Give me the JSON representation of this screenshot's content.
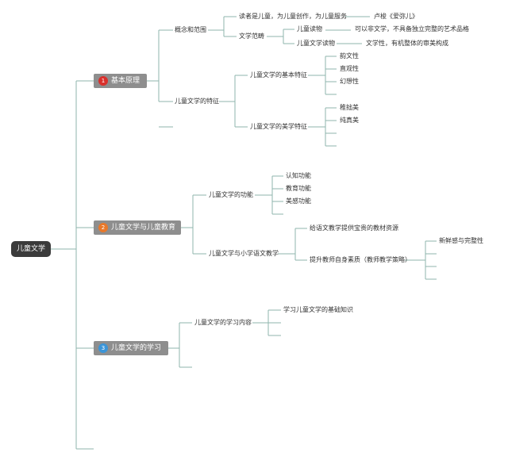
{
  "root": {
    "label": "儿童文学"
  },
  "branches": [
    {
      "label": "基本原理",
      "badge": "1",
      "color": "#d9302c",
      "children": [
        {
          "label": "概念和范围",
          "children": [
            {
              "label": "读者是儿童，为儿童创作，为儿童服务",
              "note": "卢梭《爱弥儿》"
            },
            {
              "label": "文学范畴",
              "children": [
                {
                  "label": "儿童读物",
                  "note": "可以非文学，不具备独立完整的艺术品格"
                },
                {
                  "label": "儿童文学读物",
                  "note": "文学性，有机整体的审美构成"
                }
              ]
            }
          ]
        },
        {
          "label": "儿童文学的特征",
          "children": [
            {
              "label": "儿童文学的基本特征",
              "children": [
                "韵文性",
                "直观性",
                "幻想性"
              ]
            },
            {
              "label": "儿童文学的美学特征",
              "children": [
                "稚拙美",
                "纯真美"
              ]
            }
          ]
        }
      ]
    },
    {
      "label": "儿童文学与儿童教育",
      "badge": "2",
      "color": "#e8782a",
      "children": [
        {
          "label": "儿童文学的功能",
          "children": [
            "认知功能",
            "教育功能",
            "美感功能"
          ]
        },
        {
          "label": "儿童文学与小学语文教学",
          "children": [
            {
              "label": "给语文教学提供宝贵的教材资源"
            },
            {
              "label": "提升教师自身素质（教师教学策略）",
              "children": [
                "新鲜感与完整性"
              ]
            }
          ]
        }
      ]
    },
    {
      "label": "儿童文学的学习",
      "badge": "3",
      "color": "#3b95d8",
      "children": [
        {
          "label": "儿童文学的学习内容",
          "children": [
            "学习儿童文学的基础知识"
          ]
        }
      ]
    }
  ]
}
